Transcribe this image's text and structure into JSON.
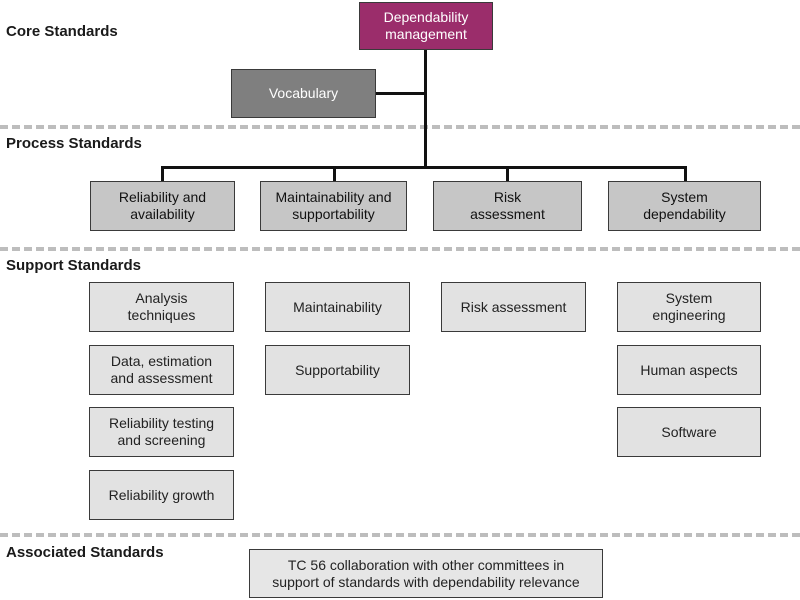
{
  "sections": {
    "core": "Core Standards",
    "process": "Process Standards",
    "support": "Support Standards",
    "associated": "Associated Standards"
  },
  "core_box": {
    "line1": "Dependability",
    "line2": "management"
  },
  "vocabulary_box": {
    "line1": "Vocabulary"
  },
  "process_boxes": [
    {
      "line1": "Reliability and",
      "line2": "availability"
    },
    {
      "line1": "Maintainability and",
      "line2": "supportability"
    },
    {
      "line1": "Risk",
      "line2": "assessment"
    },
    {
      "line1": "System",
      "line2": "dependability"
    }
  ],
  "support_columns": [
    [
      {
        "line1": "Analysis",
        "line2": "techniques"
      },
      {
        "line1": "Data, estimation",
        "line2": "and assessment"
      },
      {
        "line1": "Reliability testing",
        "line2": "and screening"
      },
      {
        "line1": "Reliability growth"
      }
    ],
    [
      {
        "line1": "Maintainability"
      },
      {
        "line1": "Supportability"
      }
    ],
    [
      {
        "line1": "Risk assessment"
      }
    ],
    [
      {
        "line1": "System",
        "line2": "engineering"
      },
      {
        "line1": "Human aspects"
      },
      {
        "line1": "Software"
      }
    ]
  ],
  "associated_box": {
    "line1": "TC 56 collaboration with other committees in",
    "line2": "support of standards with dependability relevance"
  },
  "colors": {
    "core": "#9b2d6b",
    "vocabulary": "#7f7f7f",
    "process": "#c6c6c6",
    "support": "#e2e2e2",
    "divider": "#bdbdbd"
  }
}
